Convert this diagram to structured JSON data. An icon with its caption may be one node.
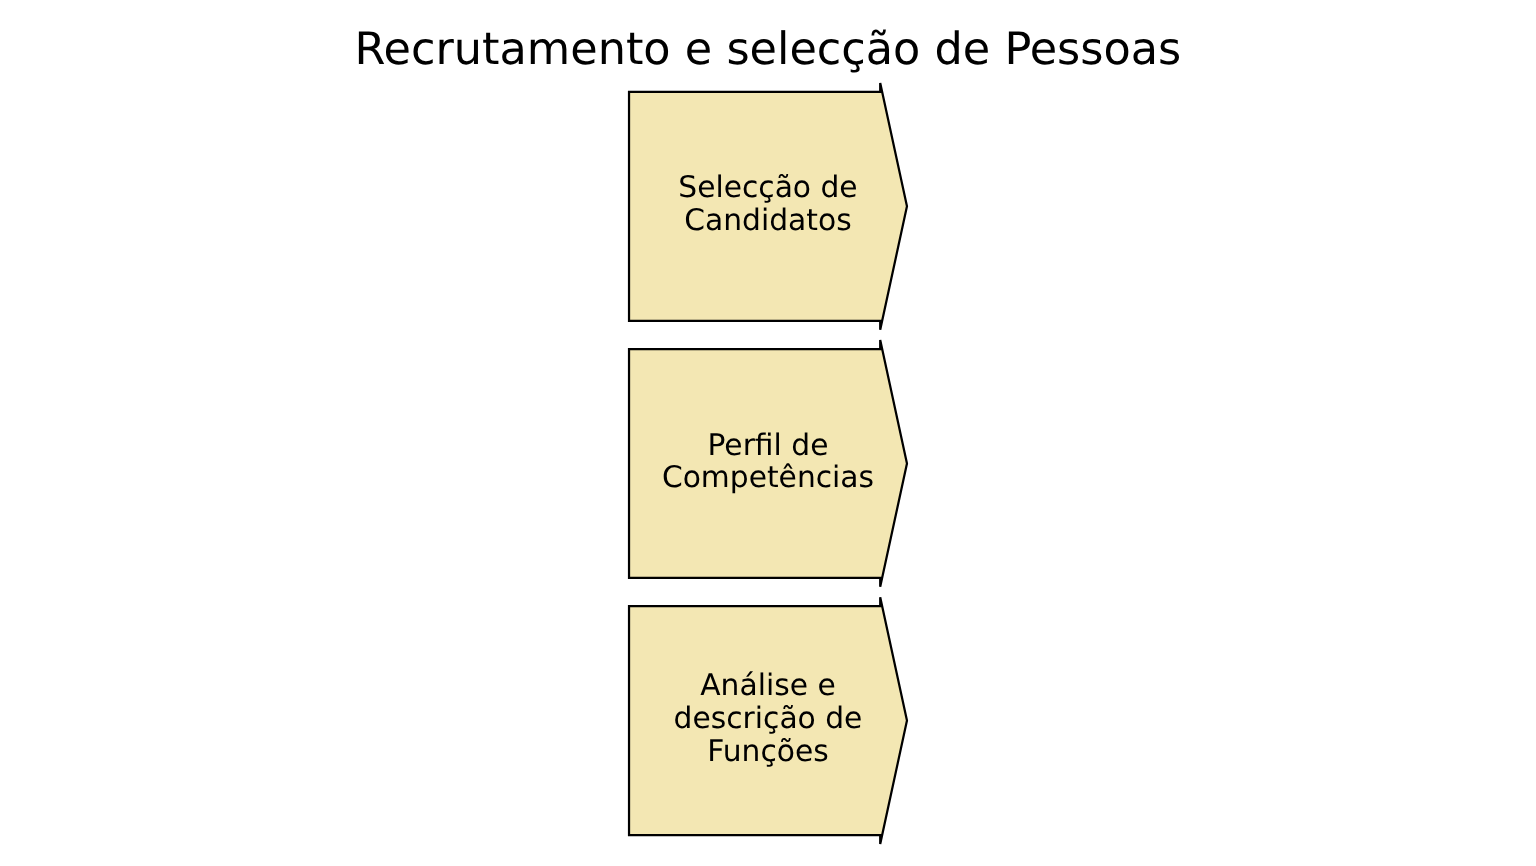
{
  "diagram": {
    "title": "Recrutamento e selecção de Pessoas",
    "nodes": [
      {
        "text": [
          "Análise e descrição de Funções"
        ]
      },
      {
        "text": [
          "Perfil de Competências"
        ]
      },
      {
        "text": [
          "Selecção de Candidatos"
        ]
      }
    ]
  }
}
